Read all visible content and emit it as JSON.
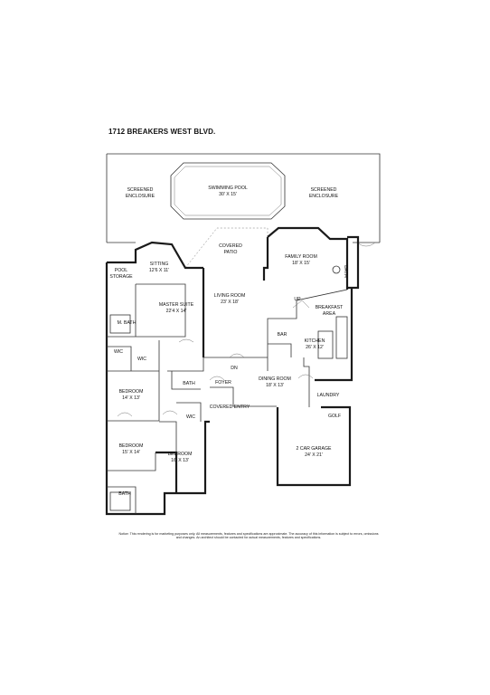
{
  "address": "1712 BREAKERS WEST BLVD.",
  "rooms": {
    "screened_left": [
      "SCREENED",
      "ENCLOSURE"
    ],
    "screened_right": [
      "SCREENED",
      "ENCLOSURE"
    ],
    "pool": [
      "SWIMMING POOL",
      "30' X 15'"
    ],
    "covered_patio": [
      "COVERED",
      "PATIO"
    ],
    "sitting": [
      "SITTING",
      "12'6 X 11'"
    ],
    "pool_storage": [
      "POOL",
      "STORAGE"
    ],
    "family_room": [
      "FAMILY ROOM",
      "18' X 15'"
    ],
    "bath_family": "BATH",
    "master_suite": [
      "MASTER SUITE",
      "22'4 X 14'"
    ],
    "living_room": [
      "LIVING ROOM",
      "23' X 18'"
    ],
    "up": "UP",
    "breakfast": [
      "BREAKFAST",
      "AREA"
    ],
    "m_bath": "M. BATH",
    "bar": "BAR",
    "kitchen": [
      "KITCHEN",
      "26' X 12'"
    ],
    "wic_1": "WIC",
    "wic_2": "WIC",
    "dn": "DN",
    "bath_hall": "BATH",
    "dining": [
      "DINING ROOM",
      "18' X 13'"
    ],
    "foyer": "FOYER",
    "laundry": "LAUNDRY",
    "bedroom_1": [
      "BEDROOM",
      "14' X 13'"
    ],
    "covered_entry": "COVERED ENTRY",
    "golf": "GOLF",
    "wic_3": "WIC",
    "garage": [
      "2 CAR GARAGE",
      "24' X 21'"
    ],
    "bedroom_2": [
      "BEDROOM",
      "15' X 14'"
    ],
    "bedroom_3": [
      "BEDROOM",
      "16' X 13'"
    ],
    "bath_bottom": "BATH"
  },
  "disclaimer": "Notice: This rendering is for marketing purposes only. All measurements, features and specifications are approximate. The accuracy of this information is subject to errors, omissions and changes. An architect should be contacted for actual measurements, features and specifications."
}
